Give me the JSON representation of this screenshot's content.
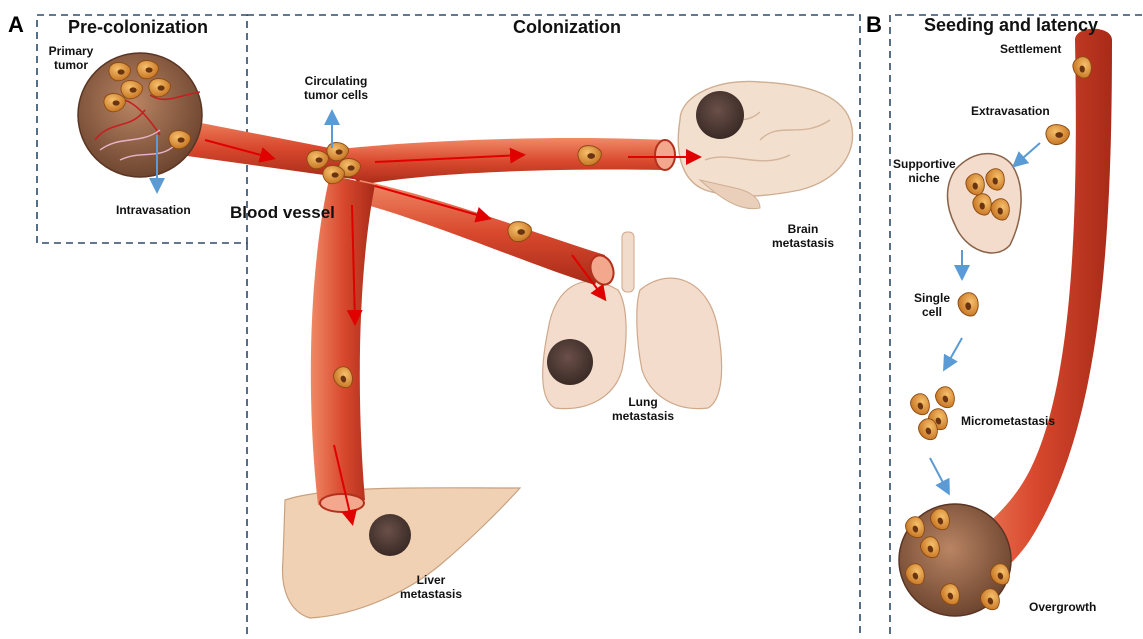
{
  "panels": {
    "a": {
      "letter": "A",
      "precolonization_title": "Pre-colonization",
      "colonization_title": "Colonization",
      "labels": {
        "primary_tumor": "Primary tumor",
        "intravasation": "Intravasation",
        "circulating_tumor_cells": "Circulating tumor cells",
        "blood_vessel": "Blood vessel",
        "brain_metastasis": "Brain metastasis",
        "lung_metastasis": "Lung metastasis",
        "liver_metastasis": "Liver metastasis"
      }
    },
    "b": {
      "letter": "B",
      "title": "Seeding and latency",
      "labels": {
        "settlement": "Settlement",
        "extravasation": "Extravasation",
        "supportive_niche": "Supportive niche",
        "single_cell": "Single cell",
        "micrometastasis": "Micrometastasis",
        "overgrowth": "Overgrowth"
      }
    }
  },
  "colors": {
    "vessel": "#d9492e",
    "vessel_dark": "#b3301c",
    "flow_arrow": "#e00000",
    "pointer_arrow": "#5b9bd5",
    "frame_dash": "#2e4a6b",
    "tumor_cell": "#e39a3a",
    "tumor_mass": "#8a5a3c",
    "organ": "#f1d8c4"
  }
}
